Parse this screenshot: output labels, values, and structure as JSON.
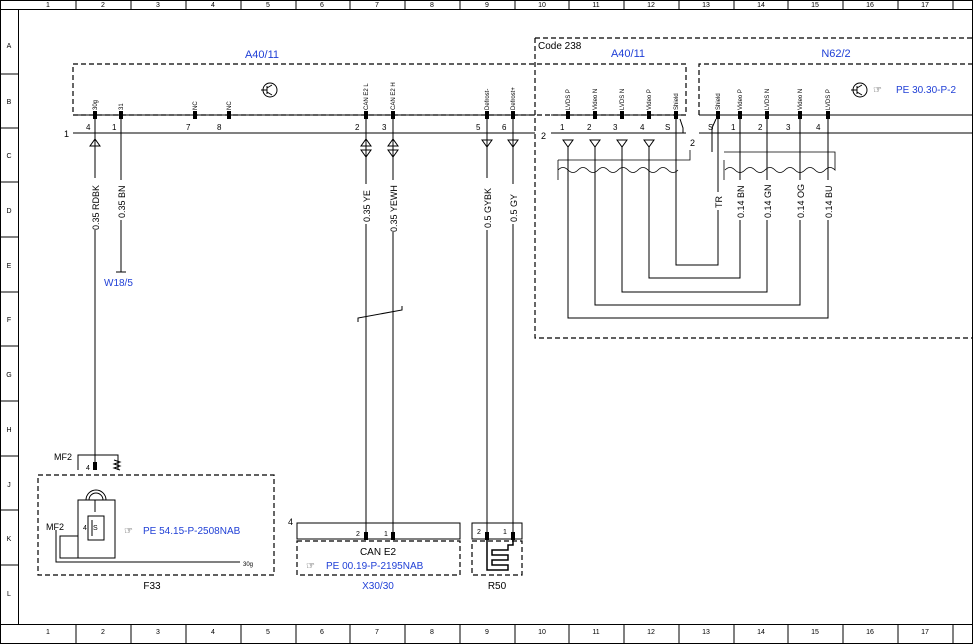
{
  "frame": {
    "col_numbers": [
      "1",
      "2",
      "3",
      "4",
      "5",
      "6",
      "7",
      "8",
      "9",
      "10",
      "11",
      "12",
      "13",
      "14",
      "15",
      "16",
      "17"
    ],
    "row_letters": [
      "A",
      "B",
      "C",
      "D",
      "E",
      "F",
      "G",
      "H",
      "J",
      "K",
      "L"
    ]
  },
  "code_label": "Code 238",
  "components": {
    "a40_left": "A40/11",
    "a40_right": "A40/11",
    "n62": "N62/2",
    "w18": "W18/5",
    "f33": "F33",
    "x30": "X30/30",
    "r50": "R50",
    "mf2_top": "MF2",
    "mf2_bottom": "MF2",
    "can_e2": "CAN E2"
  },
  "refs": {
    "n62_ref": "PE 30.30-P-2",
    "f33_ref": "PE 54.15-P-2508NAB",
    "x30_ref": "PE 00.19-P-2195NAB"
  },
  "connectors": {
    "c1": "1",
    "c2a": "2",
    "c2b": "2",
    "c4": "4"
  },
  "pins_a40": [
    {
      "label": "30g",
      "num": "4"
    },
    {
      "label": "31",
      "num": "1"
    },
    {
      "label": "NC",
      "num": "7"
    },
    {
      "label": "NC",
      "num": "8"
    },
    {
      "label": "CAN E2 L",
      "num": "2"
    },
    {
      "label": "CAN E2 H",
      "num": "3"
    },
    {
      "label": "Defrost-",
      "num": "5"
    },
    {
      "label": "Defrost+",
      "num": "6"
    }
  ],
  "pins_a40_right": [
    {
      "label": "LVDS P",
      "num": "1"
    },
    {
      "label": "Video N",
      "num": "2"
    },
    {
      "label": "LVDS N",
      "num": "3"
    },
    {
      "label": "Video P",
      "num": "4"
    },
    {
      "label": "Shield",
      "num": "S"
    }
  ],
  "pins_n62": [
    {
      "label": "Shield",
      "num": "S"
    },
    {
      "label": "Video P",
      "num": "1"
    },
    {
      "label": "LVDS N",
      "num": "2"
    },
    {
      "label": "Video N",
      "num": "3"
    },
    {
      "label": "LVDS P",
      "num": "4"
    }
  ],
  "wires": {
    "w1": "0.35 RDBK",
    "w2": "0.35 BN",
    "w3": "0.35 YE",
    "w4": "0.35 YEWH",
    "w5": "0.5 GYBK",
    "w6": "0.5 GY",
    "w7": "TR",
    "w8": "0.14 BN",
    "w9": "0.14 GN",
    "w10": "0.14 OG",
    "w11": "0.14 BU"
  },
  "pin_labels": {
    "f33_pin4_top": "4",
    "f33_pin4_inner": "4",
    "f33_pin_s": "S",
    "f33_30g": "30g",
    "x30_pin2": "2",
    "x30_pin1": "1",
    "r50_pin2": "2",
    "r50_pin1": "1"
  }
}
